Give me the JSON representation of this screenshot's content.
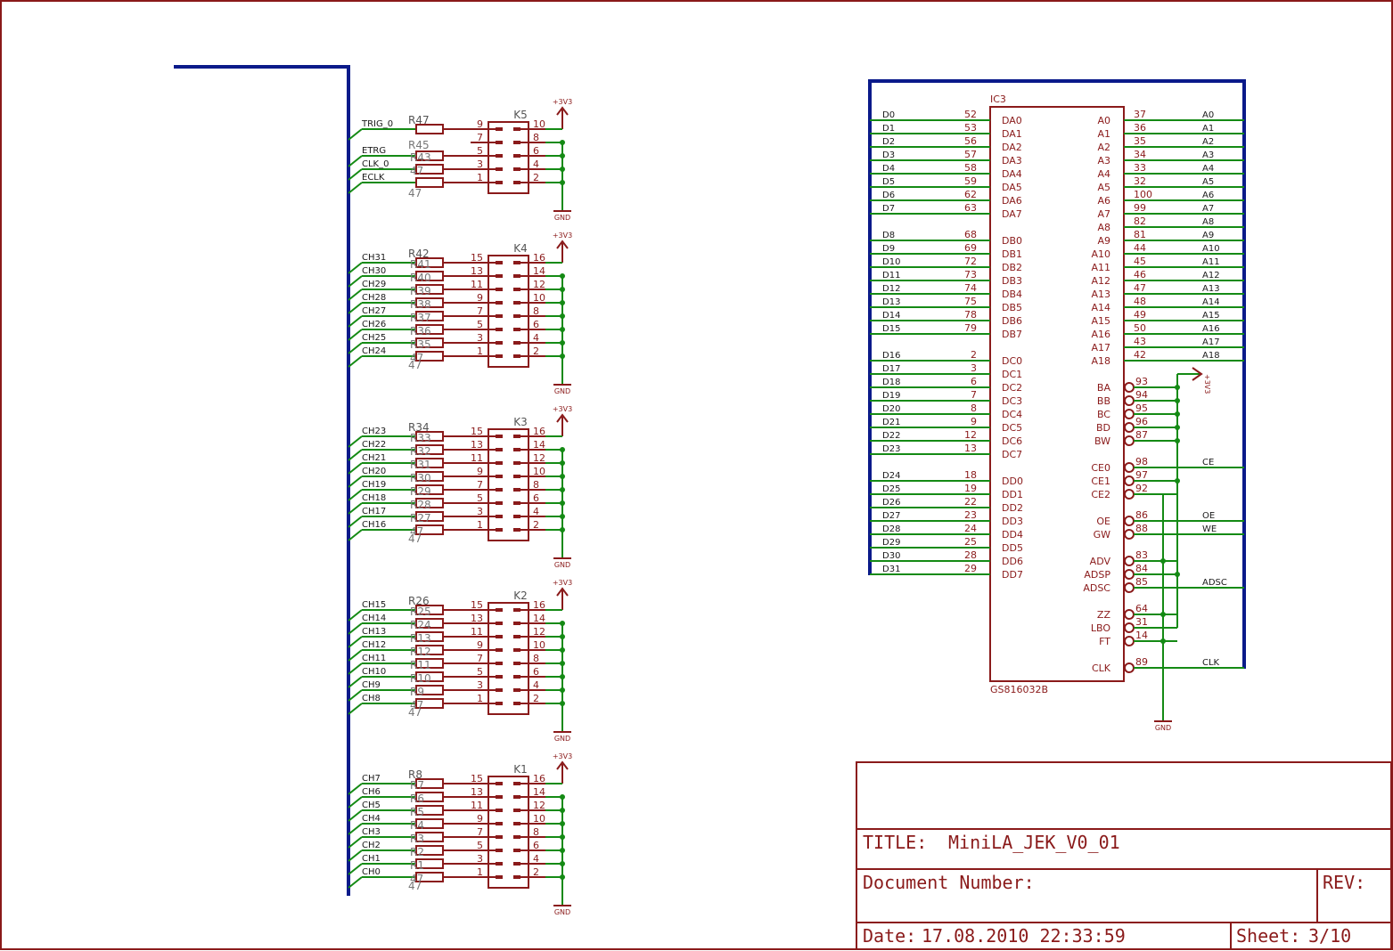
{
  "connectors": [
    {
      "name": "K5",
      "rname": "R47",
      "rlast": "47",
      "cover": "R45",
      "small": true,
      "nets": [
        "TRIG_0",
        "ETRG",
        "CLK_0",
        "ECLK"
      ],
      "odd": [
        "9",
        "7",
        "5",
        "3",
        "1"
      ],
      "even": [
        "10",
        "8",
        "6",
        "4",
        "2"
      ],
      "overlays": [
        "R44",
        "R43",
        "47"
      ]
    },
    {
      "name": "K4",
      "rname": "R42",
      "rlast": "47",
      "nets": [
        "CH31",
        "CH30",
        "CH29",
        "CH28",
        "CH27",
        "CH26",
        "CH25",
        "CH24"
      ],
      "odd": [
        "15",
        "13",
        "11",
        "9",
        "7",
        "5",
        "3",
        "1"
      ],
      "even": [
        "16",
        "14",
        "12",
        "10",
        "8",
        "6",
        "4",
        "2"
      ],
      "overlays": [
        "R41",
        "R40",
        "R39",
        "R38",
        "R37",
        "R36",
        "R35",
        "47"
      ]
    },
    {
      "name": "K3",
      "rname": "R34",
      "rlast": "47",
      "nets": [
        "CH23",
        "CH22",
        "CH21",
        "CH20",
        "CH19",
        "CH18",
        "CH17",
        "CH16"
      ],
      "odd": [
        "15",
        "13",
        "11",
        "9",
        "7",
        "5",
        "3",
        "1"
      ],
      "even": [
        "16",
        "14",
        "12",
        "10",
        "8",
        "6",
        "4",
        "2"
      ],
      "overlays": [
        "R33",
        "R32",
        "R31",
        "R30",
        "R29",
        "R28",
        "R27",
        "47"
      ]
    },
    {
      "name": "K2",
      "rname": "R26",
      "rlast": "47",
      "nets": [
        "CH15",
        "CH14",
        "CH13",
        "CH12",
        "CH11",
        "CH10",
        "CH9",
        "CH8"
      ],
      "odd": [
        "15",
        "13",
        "11",
        "9",
        "7",
        "5",
        "3",
        "1"
      ],
      "even": [
        "16",
        "14",
        "12",
        "10",
        "8",
        "6",
        "4",
        "2"
      ],
      "overlays": [
        "R25",
        "R24",
        "R13",
        "R12",
        "R11",
        "R10",
        "R9",
        "47"
      ]
    },
    {
      "name": "K1",
      "rname": "R8",
      "rlast": "47",
      "nets": [
        "CH7",
        "CH6",
        "CH5",
        "CH4",
        "CH3",
        "CH2",
        "CH1",
        "CH0"
      ],
      "odd": [
        "15",
        "13",
        "11",
        "9",
        "7",
        "5",
        "3",
        "1"
      ],
      "even": [
        "16",
        "14",
        "12",
        "10",
        "8",
        "6",
        "4",
        "2"
      ],
      "overlays": [
        "R7",
        "R6",
        "R5",
        "R4",
        "R3",
        "R2",
        "R1",
        "47"
      ]
    }
  ],
  "power": {
    "vcc": "+3V3",
    "gnd": "GND"
  },
  "ic": {
    "ref": "IC3",
    "value": "GS816032B",
    "left": [
      [
        "D0",
        "52",
        "DA0"
      ],
      [
        "D1",
        "53",
        "DA1"
      ],
      [
        "D2",
        "56",
        "DA2"
      ],
      [
        "D3",
        "57",
        "DA3"
      ],
      [
        "D4",
        "58",
        "DA4"
      ],
      [
        "D5",
        "59",
        "DA5"
      ],
      [
        "D6",
        "62",
        "DA6"
      ],
      [
        "D7",
        "63",
        "DA7"
      ],
      [
        "D8",
        "68",
        "DB0"
      ],
      [
        "D9",
        "69",
        "DB1"
      ],
      [
        "D10",
        "72",
        "DB2"
      ],
      [
        "D11",
        "73",
        "DB3"
      ],
      [
        "D12",
        "74",
        "DB4"
      ],
      [
        "D13",
        "75",
        "DB5"
      ],
      [
        "D14",
        "78",
        "DB6"
      ],
      [
        "D15",
        "79",
        "DB7"
      ],
      [
        "D16",
        "2",
        "DC0"
      ],
      [
        "D17",
        "3",
        "DC1"
      ],
      [
        "D18",
        "6",
        "DC2"
      ],
      [
        "D19",
        "7",
        "DC3"
      ],
      [
        "D20",
        "8",
        "DC4"
      ],
      [
        "D21",
        "9",
        "DC5"
      ],
      [
        "D22",
        "12",
        "DC6"
      ],
      [
        "D23",
        "13",
        "DC7"
      ],
      [
        "D24",
        "18",
        "DD0"
      ],
      [
        "D25",
        "19",
        "DD1"
      ],
      [
        "D26",
        "22",
        "DD2"
      ],
      [
        "D27",
        "23",
        "DD3"
      ],
      [
        "D28",
        "24",
        "DD4"
      ],
      [
        "D29",
        "25",
        "DD5"
      ],
      [
        "D30",
        "28",
        "DD6"
      ],
      [
        "D31",
        "29",
        "DD7"
      ]
    ],
    "addr": [
      [
        "A0",
        "37",
        "A0"
      ],
      [
        "A1",
        "36",
        "A1"
      ],
      [
        "A2",
        "35",
        "A2"
      ],
      [
        "A3",
        "34",
        "A3"
      ],
      [
        "A4",
        "33",
        "A4"
      ],
      [
        "A5",
        "32",
        "A5"
      ],
      [
        "A6",
        "100",
        "A6"
      ],
      [
        "A7",
        "99",
        "A7"
      ],
      [
        "A8",
        "82",
        "A8"
      ],
      [
        "A9",
        "81",
        "A9"
      ],
      [
        "A10",
        "44",
        "A10"
      ],
      [
        "A11",
        "45",
        "A11"
      ],
      [
        "A12",
        "46",
        "A12"
      ],
      [
        "A13",
        "47",
        "A13"
      ],
      [
        "A14",
        "48",
        "A14"
      ],
      [
        "A15",
        "49",
        "A15"
      ],
      [
        "A16",
        "50",
        "A16"
      ],
      [
        "A17",
        "43",
        "A17"
      ],
      [
        "A18",
        "42",
        "A18"
      ]
    ],
    "ctrl": [
      [
        "BA",
        "93",
        ""
      ],
      [
        "BB",
        "94",
        ""
      ],
      [
        "BC",
        "95",
        ""
      ],
      [
        "BD",
        "96",
        ""
      ],
      [
        "BW",
        "87",
        ""
      ],
      [
        "CE0",
        "98",
        "CE"
      ],
      [
        "CE1",
        "97",
        ""
      ],
      [
        "CE2",
        "92",
        ""
      ],
      [
        "OE",
        "86",
        "OE"
      ],
      [
        "GW",
        "88",
        "WE"
      ],
      [
        "ADV",
        "83",
        ""
      ],
      [
        "ADSP",
        "84",
        ""
      ],
      [
        "ADSC",
        "85",
        "ADSC"
      ],
      [
        "ZZ",
        "64",
        ""
      ],
      [
        "LBO",
        "31",
        ""
      ],
      [
        "FT",
        "14",
        ""
      ],
      [
        "CLK",
        "89",
        "CLK"
      ]
    ]
  },
  "title_block": {
    "title_label": "TITLE:",
    "title": "MiniLA_JEK_V0_01",
    "doc_label": "Document Number:",
    "rev_label": "REV:",
    "date_label": "Date:",
    "date": "17.08.2010 22:33:59",
    "sheet_label": "Sheet:",
    "sheet": "3/10"
  },
  "colors": {
    "frame": "#8a1a1a",
    "bus": "#0a1a8a",
    "wire": "#148a14",
    "part": "#8a1a1a",
    "text": "#1a1a1a"
  }
}
